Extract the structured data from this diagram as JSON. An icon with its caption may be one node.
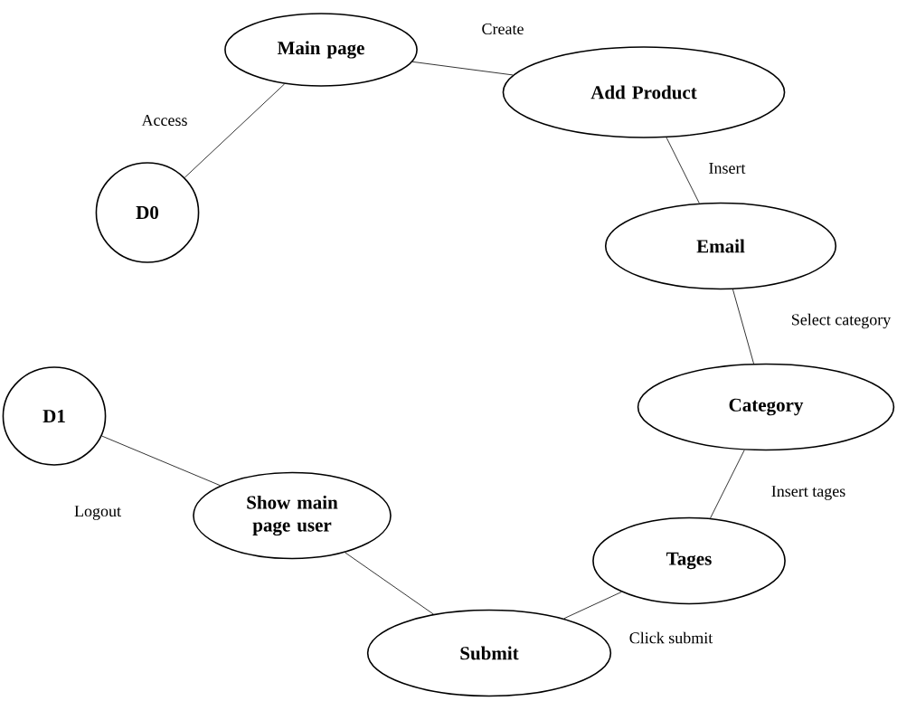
{
  "diagram": {
    "nodes": [
      {
        "text": [
          "Main page"
        ]
      },
      {
        "text": [
          "Add  Product"
        ]
      },
      {
        "text": [
          "D0"
        ]
      },
      {
        "text": [
          "Email"
        ]
      },
      {
        "text": [
          "Category"
        ]
      },
      {
        "text": [
          "D1"
        ]
      },
      {
        "text": [
          "Show main page user"
        ]
      },
      {
        "text": [
          "Tages"
        ]
      },
      {
        "text": [
          "Submit"
        ]
      }
    ],
    "edges": [
      {
        "from": 2,
        "to": 0,
        "arrow": "none",
        "label": "Access"
      },
      {
        "from": 0,
        "to": 1,
        "arrow": "none",
        "label": "Create"
      },
      {
        "from": 1,
        "to": 3,
        "arrow": "none",
        "label": "Insert"
      },
      {
        "from": 3,
        "to": 4,
        "arrow": "none",
        "label": "Select category"
      },
      {
        "from": 4,
        "to": 7,
        "arrow": "none",
        "label": "Insert tages"
      },
      {
        "from": 7,
        "to": 8,
        "arrow": "none",
        "label": "Click submit"
      },
      {
        "from": 8,
        "to": 6,
        "arrow": "none"
      },
      {
        "from": 6,
        "to": 5,
        "arrow": "none",
        "label": "Logout"
      }
    ]
  }
}
